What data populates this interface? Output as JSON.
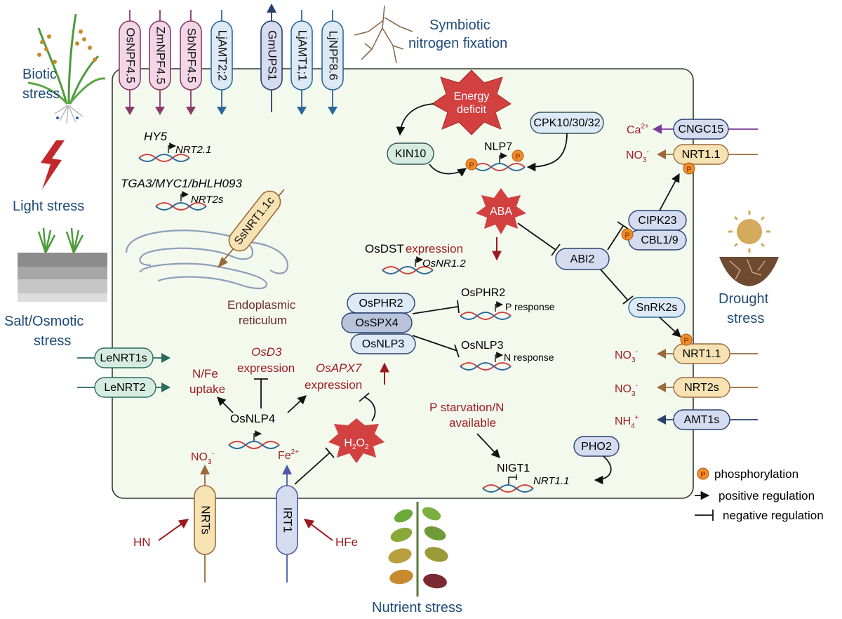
{
  "stresses": {
    "biotic": [
      "Biotic",
      "stress"
    ],
    "light": "Light stress",
    "salt": [
      "Salt/Osmotic",
      "stress"
    ],
    "drought": [
      "Drought",
      "stress"
    ],
    "nutrient": "Nutrient stress",
    "symbiotic": [
      "Symbiotic",
      "nitrogen fixation"
    ]
  },
  "transporters_top": [
    "OsNPF4.5",
    "ZmNPF4.5",
    "SbNPF4.5",
    "LjAMT2;2",
    "GmUPS1",
    "LjAMT1;1",
    "LjNPF8.6"
  ],
  "nodes": {
    "energy_deficit": [
      "Energy",
      "deficit"
    ],
    "kin10": "KIN10",
    "nlp7": "NLP7",
    "cpk": "CPK10/30/32",
    "cngc15": "CNGC15",
    "ca": "Ca",
    "ca_sup": "2+",
    "aba": "ABA",
    "abi2": "ABI2",
    "cipk23": "CIPK23",
    "cbl19": "CBL1/9",
    "snrk2s": "SnRK2s",
    "nrt11": "NRT1.1",
    "nrt2s": "NRT2s",
    "amt1s": "AMT1s",
    "ssnrt": "SsNRT1.1c",
    "er": [
      "Endoplasmic",
      "reticulum"
    ],
    "hy5": "HY5",
    "nrt21": "NRT2.1",
    "tga3": "TGA3/MYC1/bHLH093",
    "nrt2s_gene": "NRT2s",
    "osdst": "OsDST",
    "expression": "expression",
    "osnr12": "OsNR1.2",
    "osphr2": "OsPHR2",
    "osspx4": "OsSPX4",
    "osnlp3": "OsNLP3",
    "p_response": "P response",
    "n_response": "N response",
    "lenrt1s": "LeNRT1s",
    "lenrt2": "LeNRT2",
    "nfe_uptake": [
      "N/Fe",
      "uptake"
    ],
    "osd3": "OsD3",
    "osapx7": "OsAPX7",
    "osnlp4": "OsNLP4",
    "h2o2": "H",
    "h2o2_sub": "2",
    "h2o2_o": "O",
    "p_starv": [
      "P starvation/N",
      "available"
    ],
    "nigt1": "NIGT1",
    "nrt11_gene": "NRT1.1",
    "pho2": "PHO2",
    "no3": "NO",
    "no3_sub": "3",
    "no3_sup": "-",
    "nh4": "NH",
    "nh4_sub": "4",
    "nh4_sup": "+",
    "fe": "Fe",
    "fe_sup": "2+",
    "nrts": "NRTs",
    "irt1": "IRT1",
    "hn": "HN",
    "hfe": "HFe",
    "p": "P"
  },
  "legend": {
    "phosphorylation": "phosphorylation",
    "positive": "positive regulation",
    "negative": "negative regulation"
  },
  "colors": {
    "cell_fill": "#f4f9ee",
    "pink": "#f3d6e6",
    "light_blue": "#dde9f5",
    "lavender": "#d5dcf0",
    "tan": "#f7e2b3",
    "teal": "#d6ece3",
    "red_star": "#d24040",
    "dark_red": "#9c1a1f"
  }
}
